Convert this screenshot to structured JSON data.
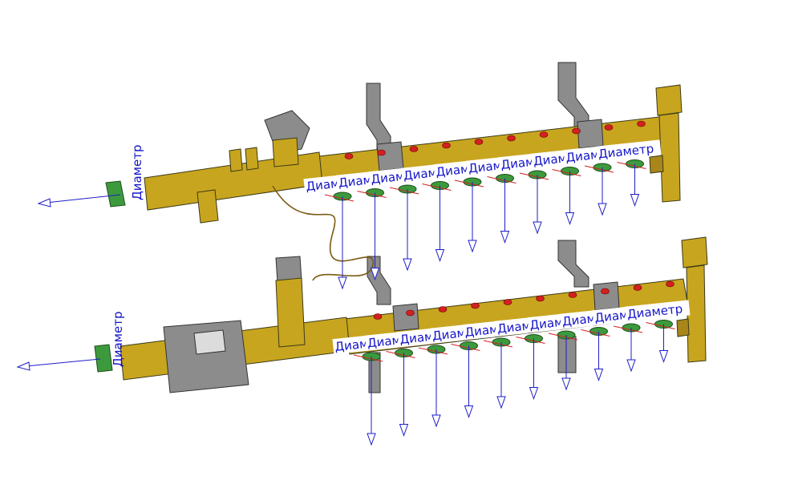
{
  "diagram": {
    "dimension_label": "Диаметр",
    "colors": {
      "background": "#ffffff",
      "dimension_text": "#1414c8",
      "arrow": "#1e1ec8",
      "brass": "#c8a51e",
      "steel": "#8c8c8c",
      "red_marker": "#d42020",
      "green_ring": "#3c9a3c"
    },
    "upper_manifold": {
      "outlets": 10,
      "labels": [
        "Диаметр",
        "Диаметр",
        "Диаметр",
        "Диаметр",
        "Диаметр",
        "Диаметр",
        "Диаметр",
        "Диаметр",
        "Диаметр",
        "Диаметр"
      ]
    },
    "lower_manifold": {
      "outlets": 10,
      "labels": [
        "Диаметр",
        "Диаметр",
        "Диаметр",
        "Диаметр",
        "Диаметр",
        "Диаметр",
        "Диаметр",
        "Диаметр",
        "Диаметр",
        "Диаметр"
      ]
    },
    "inlet_labels": [
      "Диаметр",
      "Диаметр"
    ]
  }
}
